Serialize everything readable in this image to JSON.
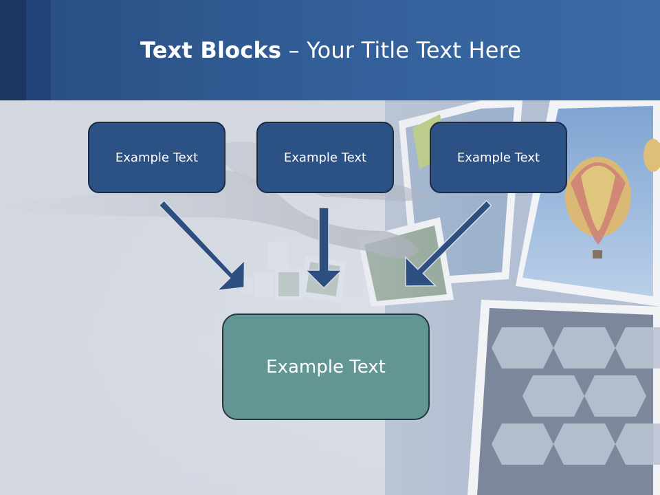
{
  "slide": {
    "title_bold": "Text Blocks",
    "title_sep": " – ",
    "title_rest": "Your Title Text Here"
  },
  "diagram": {
    "top_boxes": [
      {
        "label": "Example Text"
      },
      {
        "label": "Example Text"
      },
      {
        "label": "Example Text"
      }
    ],
    "target_box": {
      "label": "Example Text"
    }
  },
  "colors": {
    "header": "#33609a",
    "top_box_fill": "#2c5185",
    "target_box_fill": "#639594",
    "arrow": "#2c4f80"
  }
}
